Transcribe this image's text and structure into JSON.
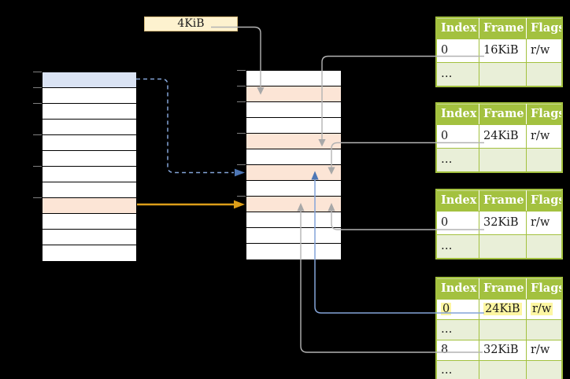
{
  "colors": {
    "bg": "#000000",
    "row-blue": "#dae3f3",
    "row-orange": "#fce5d6",
    "table-border": "#000000",
    "tick": "#808080",
    "green": "#a3c13f",
    "green-hi": "#c8d98e",
    "green-light": "#e9efd8",
    "header-text": "#ffffff",
    "label-fill": "#fdf2cf",
    "label-border": "#d9bd7e",
    "gray-line": "#b3b3b3",
    "gray-head": "#a8a8a8",
    "blue-line": "#84a4d8",
    "blue-head": "#4d76b5",
    "orange-line": "#dc9e19",
    "highlight": "#fdf6a2"
  },
  "page_size_label": "4KiB",
  "left_table": {
    "rows": 12,
    "blue_rows": [
      0
    ],
    "orange_rows": [
      8
    ],
    "tick_rows": [
      0,
      1,
      2,
      4,
      6,
      8
    ]
  },
  "middle_table": {
    "rows": 12,
    "blue_rows": [],
    "orange_rows": [
      1,
      4,
      6,
      8
    ],
    "tick_rows": [
      0,
      1,
      2,
      4,
      6,
      8
    ]
  },
  "frame_tables": [
    {
      "headers": [
        "Index",
        "Frame",
        "Flags"
      ],
      "rows": [
        {
          "cells": [
            "0",
            "16KiB",
            "r/w"
          ]
        },
        {
          "cells": [
            "…",
            "",
            ""
          ],
          "alt": true
        }
      ]
    },
    {
      "headers": [
        "Index",
        "Frame",
        "Flags"
      ],
      "rows": [
        {
          "cells": [
            "0",
            "24KiB",
            "r/w"
          ]
        },
        {
          "cells": [
            "…",
            "",
            ""
          ],
          "alt": true
        }
      ]
    },
    {
      "headers": [
        "Index",
        "Frame",
        "Flags"
      ],
      "rows": [
        {
          "cells": [
            "0",
            "32KiB",
            "r/w"
          ]
        },
        {
          "cells": [
            "…",
            "",
            ""
          ],
          "alt": true
        }
      ]
    },
    {
      "headers": [
        "Index",
        "Frame",
        "Flags"
      ],
      "rows": [
        {
          "cells": [
            "0",
            "24KiB",
            "r/w"
          ],
          "highlight": true
        },
        {
          "cells": [
            "…",
            "",
            ""
          ],
          "alt": true
        },
        {
          "cells": [
            "8",
            "32KiB",
            "r/w"
          ]
        },
        {
          "cells": [
            "…",
            "",
            ""
          ],
          "alt": true
        }
      ]
    }
  ],
  "connections": [
    {
      "from": "page-size-label",
      "to": "middle-table-row-1",
      "style": "gray"
    },
    {
      "from": "frame-table-1-row-16KiB",
      "to": "middle-table-row-4",
      "style": "gray"
    },
    {
      "from": "frame-table-2-row-24KiB",
      "to": "middle-table-row-6",
      "style": "gray"
    },
    {
      "from": "frame-table-3-row-32KiB",
      "to": "middle-table-row-8",
      "style": "gray"
    },
    {
      "from": "frame-table-4-row-24KiB",
      "to": "middle-table-row-6",
      "style": "blue"
    },
    {
      "from": "frame-table-4-row-32KiB",
      "to": "middle-table-row-8",
      "style": "gray"
    },
    {
      "from": "left-table-row-0",
      "to": "middle-table-row-6",
      "style": "blue-dashed"
    },
    {
      "from": "left-table-row-8",
      "to": "middle-table-row-8",
      "style": "orange"
    }
  ]
}
